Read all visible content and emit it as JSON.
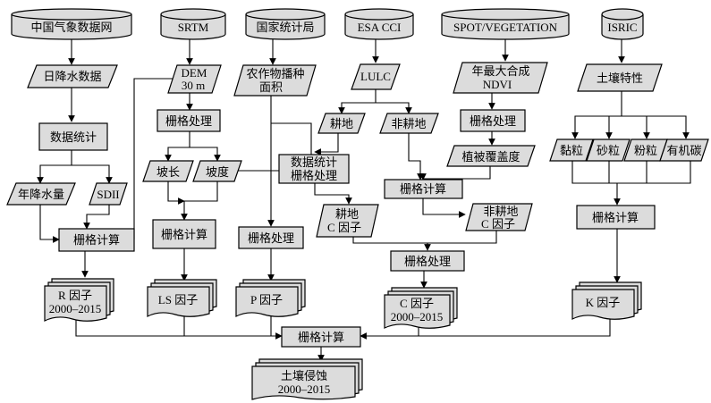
{
  "sources": {
    "cma": "中国气象数据网",
    "srtm": "SRTM",
    "nbs": "国家统计局",
    "esa": "ESA CCI",
    "spot": "SPOT/VEGETATION",
    "isric": "ISRIC"
  },
  "inputs": {
    "daily_precip": "日降水数据",
    "dem_line1": "DEM",
    "dem_line2": "30 m",
    "crop_line1": "农作物播种",
    "crop_line2": "面积",
    "lulc": "LULC",
    "ndvi_line1": "年最大合成",
    "ndvi_line2": "NDVI",
    "soil_props": "土壤特性"
  },
  "processes": {
    "stats": "数据统计",
    "raster_proc_dem": "栅格处理",
    "stats_raster_line1": "数据统计",
    "stats_raster_line2": "栅格处理",
    "raster_proc_ndvi": "栅格处理",
    "raster_calc_land": "栅格计算",
    "raster_calc_r": "栅格计算",
    "raster_calc_ls": "栅格计算",
    "raster_proc_p": "栅格处理",
    "raster_proc_c": "栅格处理",
    "raster_calc_k": "栅格计算",
    "raster_calc_final": "栅格计算"
  },
  "intermediates": {
    "annual_precip": "年降水量",
    "sdii": "SDII",
    "slope_length": "坡长",
    "slope": "坡度",
    "cropland": "耕地",
    "noncropland": "非耕地",
    "veg_cover": "植被覆盖度",
    "cropland_c_line1": "耕地",
    "cropland_c_line2": "C 因子",
    "noncrop_c_line1": "非耕地",
    "noncrop_c_line2": "C 因子",
    "clay": "黏粒",
    "sand": "砂粒",
    "silt": "粉粒",
    "organic_carbon": "有机碳"
  },
  "outputs": {
    "r_factor_line1": "R 因子",
    "r_factor_line2": "2000–2015",
    "ls_factor": "LS 因子",
    "p_factor": "P 因子",
    "c_factor_line1": "C 因子",
    "c_factor_line2": "2000–2015",
    "k_factor": "K 因子",
    "erosion_line1": "土壤侵蚀",
    "erosion_line2": "2000–2015"
  },
  "colors": {
    "shape_fill": "#dcdcdc",
    "stroke": "#000000",
    "background": "#ffffff"
  }
}
